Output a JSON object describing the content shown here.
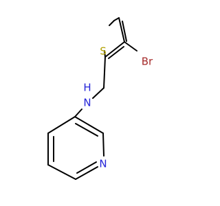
{
  "molecule": {
    "atoms": {
      "sulfur": {
        "label": "S",
        "color": "#b2a100"
      },
      "bromine": {
        "label": "Br",
        "color": "#a52a2a"
      },
      "amine": {
        "label": "H\nN",
        "top": "H",
        "bottom": "N",
        "color": "#2323d8"
      },
      "pyridine_nitrogen": {
        "label": "N",
        "color": "#2323d8"
      }
    },
    "bond_color": "#000000"
  }
}
